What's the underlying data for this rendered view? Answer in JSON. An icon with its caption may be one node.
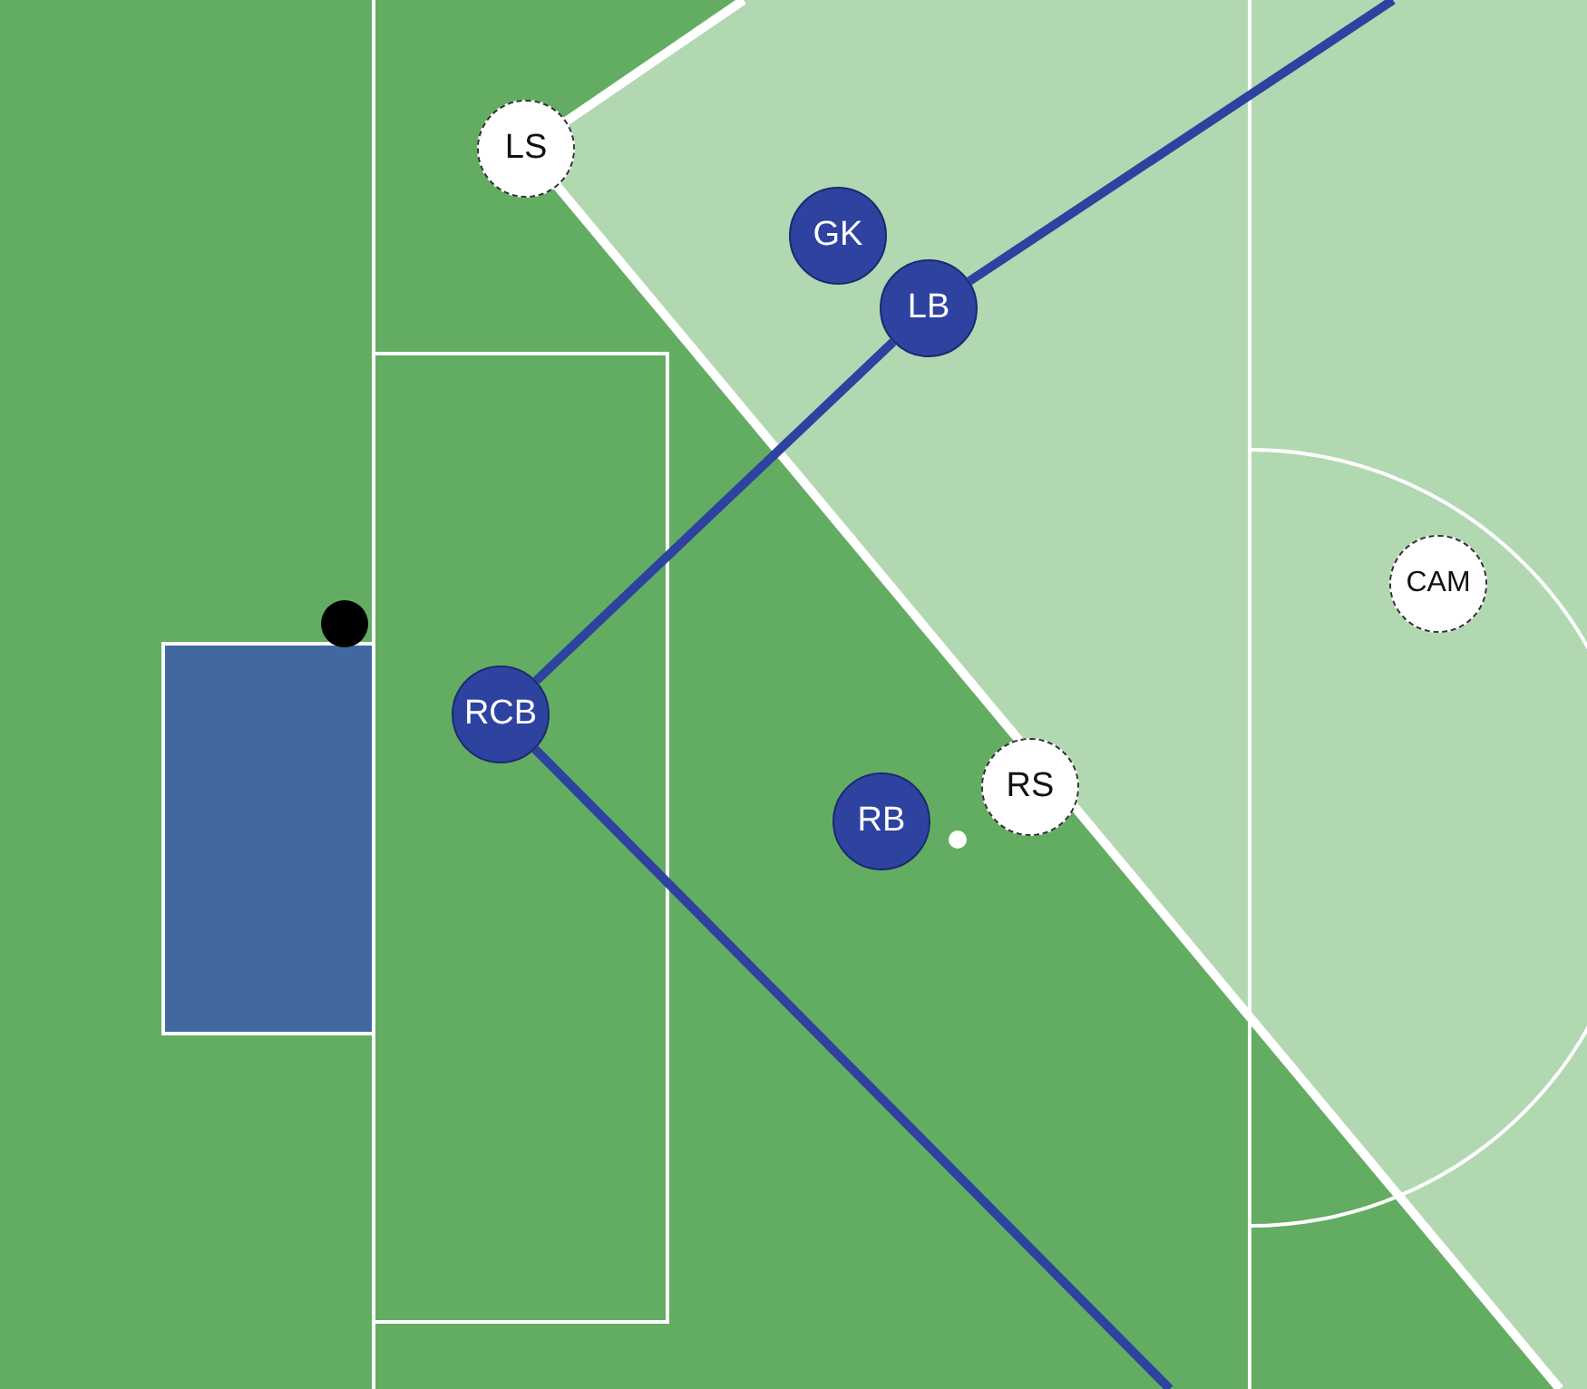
{
  "diagram": {
    "nodes": [
      {
        "text": [
          "LS"
        ]
      },
      {
        "text": [
          "GK"
        ]
      },
      {
        "text": [
          "LB"
        ]
      },
      {
        "text": [
          "RCB"
        ]
      },
      {
        "text": [
          "RB"
        ]
      },
      {
        "text": [
          "RS"
        ]
      },
      {
        "text": [
          "CAM"
        ]
      }
    ],
    "edges": [
      {
        "from": null,
        "to": 2,
        "arrow": "none"
      },
      {
        "from": 2,
        "to": 3,
        "arrow": "none"
      },
      {
        "from": 3,
        "to": null,
        "arrow": "none"
      }
    ]
  }
}
